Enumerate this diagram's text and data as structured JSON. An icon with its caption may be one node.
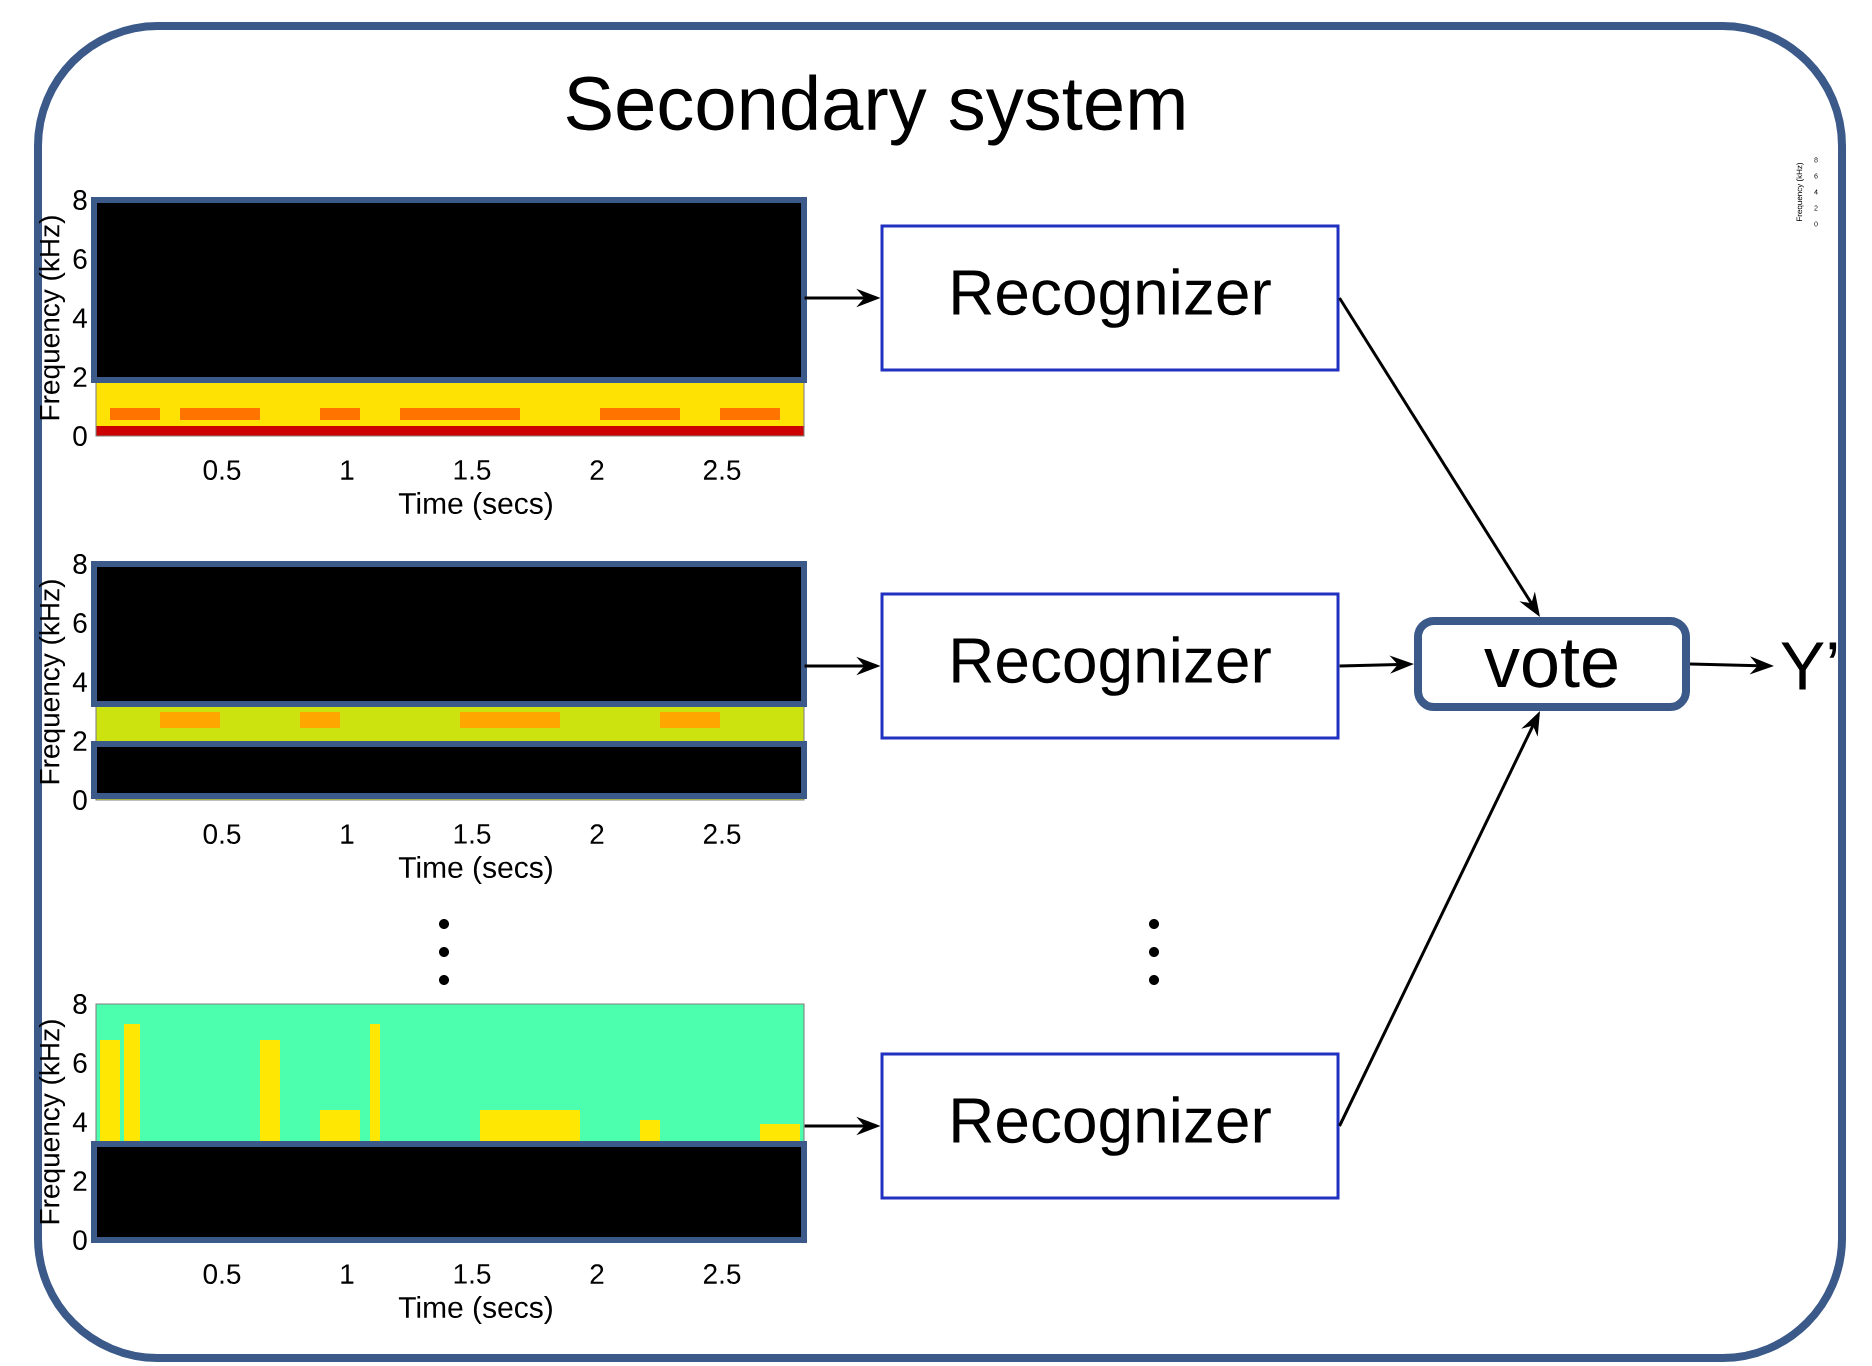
{
  "diagram": {
    "nodes": [
      {
        "text": [
          "Secondary system"
        ]
      },
      {
        "text": [],
        "shape": "picture",
        "in": 0,
        "beside": [
          "8",
          "6",
          "4",
          "2",
          "0",
          "Frequency (kHz)",
          "0.5",
          "1",
          "1.5",
          "2",
          "2.5",
          "Time (secs)"
        ]
      },
      {
        "text": [],
        "shape": "picture",
        "in": 0,
        "beside": [
          "8",
          "6",
          "4",
          "2",
          "0",
          "Frequency (kHz)",
          "0.5",
          "1",
          "1.5",
          "2",
          "2.5",
          "Time (secs)"
        ]
      },
      {
        "text": [],
        "shape": "picture",
        "in": 0,
        "beside": [
          "8",
          "6",
          "4",
          "2",
          "0",
          "Frequency (kHz)",
          "0.5",
          "1",
          "1.5",
          "2",
          "2.5",
          "Time (secs)"
        ]
      },
      {
        "text": [
          "Recognizer"
        ],
        "in": 0
      },
      {
        "text": [
          "Recognizer"
        ],
        "in": 0
      },
      {
        "text": [
          "Recognizer"
        ],
        "in": 0
      },
      {
        "text": [
          "vote"
        ],
        "in": 0
      },
      {
        "text": [
          "Y’"
        ],
        "in": 0
      }
    ],
    "edges": [
      {
        "from": 1,
        "to": 4,
        "arrow": "to"
      },
      {
        "from": 2,
        "to": 5,
        "arrow": "to"
      },
      {
        "from": 3,
        "to": 6,
        "arrow": "to"
      },
      {
        "from": 4,
        "to": 7,
        "arrow": "to"
      },
      {
        "from": 5,
        "to": 7,
        "arrow": "to"
      },
      {
        "from": 6,
        "to": 7,
        "arrow": "to"
      },
      {
        "from": 7,
        "to": 8,
        "arrow": "to"
      }
    ],
    "labels": [
      "Frequency (kHz)",
      "8",
      "6",
      "4",
      "2",
      "0"
    ]
  }
}
